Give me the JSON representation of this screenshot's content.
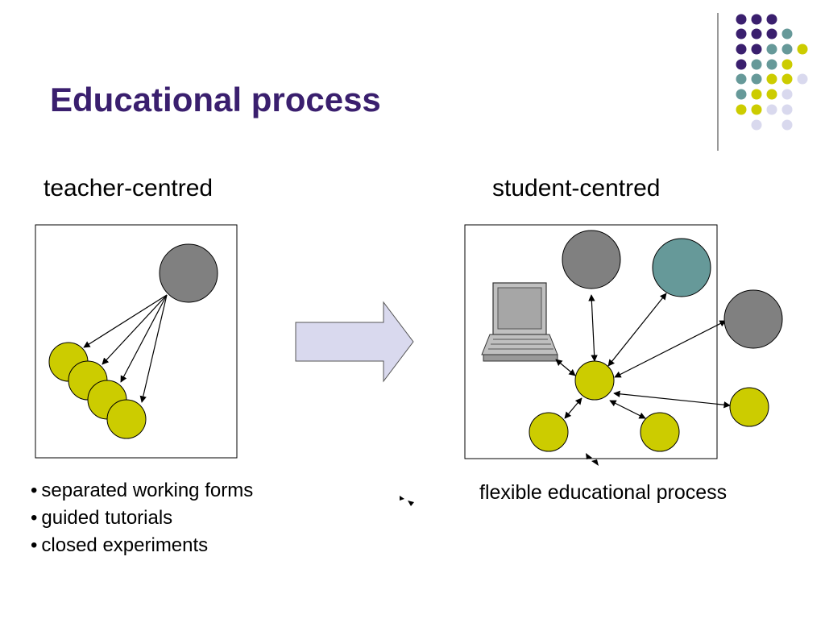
{
  "slide": {
    "title": "Educational process"
  },
  "left_panel": {
    "heading": "teacher-centred",
    "bullets": [
      "separated working forms",
      "guided tutorials",
      "closed experiments"
    ]
  },
  "right_panel": {
    "heading": "student-centred",
    "caption": "flexible educational process"
  },
  "colors": {
    "title": "#3a1f6e",
    "teacher_node": "#808080",
    "student_node": "#cccc00",
    "resource_teal": "#669999",
    "arrow_fill": "#d9d9ee",
    "decor_purple": "#3a1f6e",
    "decor_teal": "#669999",
    "decor_yellow": "#cccc00",
    "decor_lavender": "#d9d9ee"
  },
  "icons": {
    "computer": "laptop-icon",
    "transition": "right-arrow-icon"
  }
}
